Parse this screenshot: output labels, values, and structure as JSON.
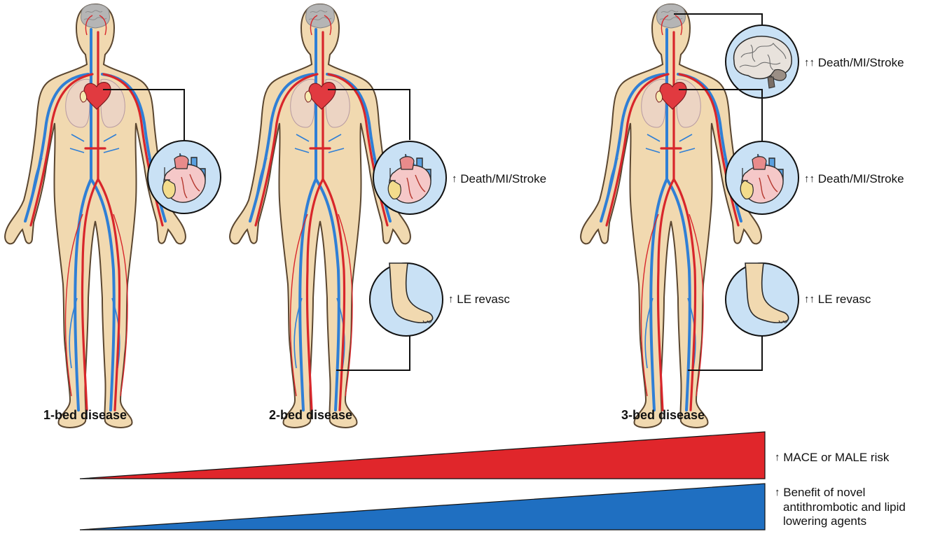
{
  "figures": [
    {
      "caption": "1-bed disease"
    },
    {
      "caption": "2-bed disease"
    },
    {
      "caption": "3-bed disease"
    }
  ],
  "callouts": {
    "fig2_heart": {
      "arrows": "↑",
      "text": "Death/MI/Stroke"
    },
    "fig2_foot": {
      "arrows": "↑",
      "text": "LE revasc"
    },
    "fig3_brain": {
      "arrows": "↑↑",
      "text": "Death/MI/Stroke"
    },
    "fig3_heart": {
      "arrows": "↑↑",
      "text": "Death/MI/Stroke"
    },
    "fig3_foot": {
      "arrows": "↑↑",
      "text": "LE revasc"
    }
  },
  "wedges": {
    "risk": {
      "arrow": "↑",
      "text": "MACE or MALE risk",
      "color": "#e0262b"
    },
    "benefit": {
      "arrow": "↑",
      "line1": "Benefit of novel",
      "line2": "antithrombotic and lipid",
      "line3": "lowering agents",
      "color": "#1f6fc1"
    }
  },
  "colors": {
    "skin": "#f1d9b0",
    "skin_outline": "#5a4630",
    "artery": "#d8262b",
    "vein": "#2f7fd6",
    "circle_fill": "#c9e1f5",
    "brain": "#b5b5b5"
  }
}
